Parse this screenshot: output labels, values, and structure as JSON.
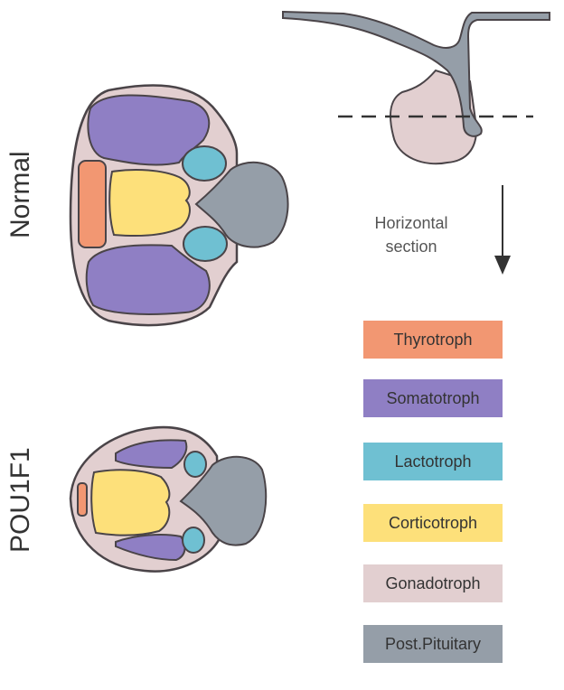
{
  "labels": {
    "normal": "Normal",
    "mutant": "POU1F1",
    "section": [
      "Horizontal",
      "section"
    ]
  },
  "legend": [
    {
      "label": "Thyrotroph",
      "color": "#f29772"
    },
    {
      "label": "Somatotroph",
      "color": "#8f7fc4"
    },
    {
      "label": "Lactotroph",
      "color": "#6fc0d2"
    },
    {
      "label": "Corticotroph",
      "color": "#fde07a"
    },
    {
      "label": "Gonadotroph",
      "color": "#e2cfd0"
    },
    {
      "label": "Post.Pituitary",
      "color": "#959ea8"
    }
  ],
  "colors": {
    "outline": "#4a4448",
    "gonadotroph_bg": "#e2cfd0",
    "posterior": "#959ea8"
  }
}
